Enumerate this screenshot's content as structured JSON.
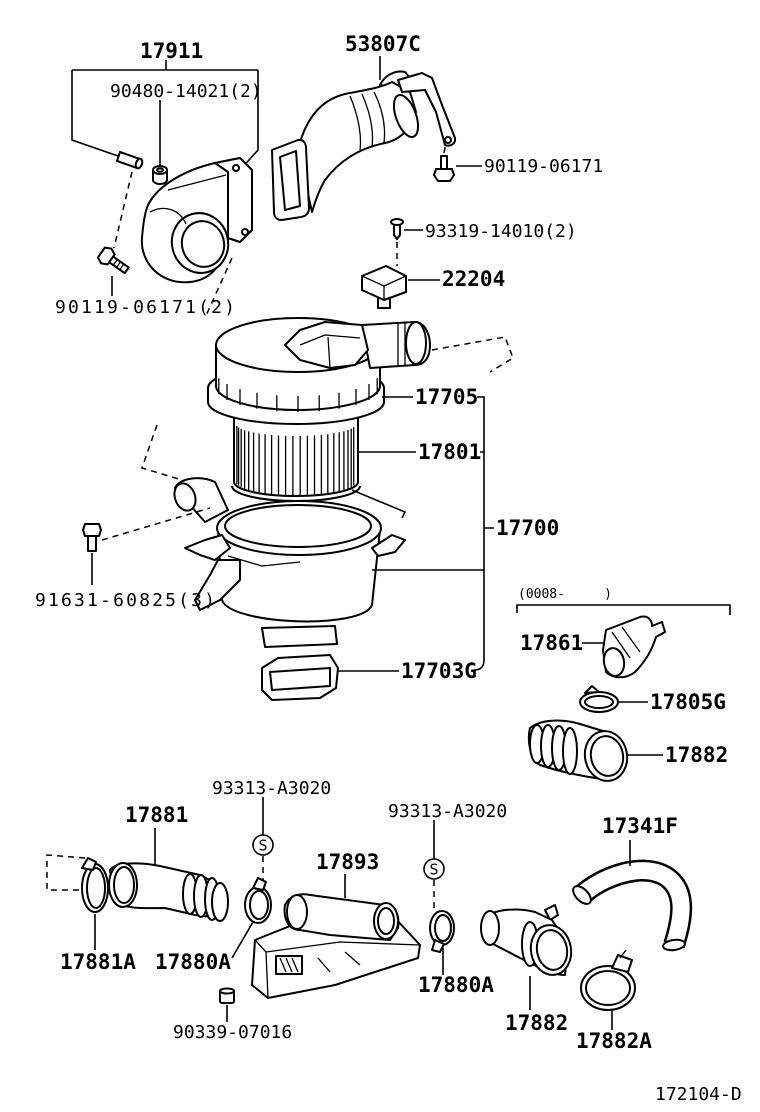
{
  "diagram_code": "172104-D",
  "callouts": {
    "n17911": "17911",
    "n90480_14021": "90480-14021(2)",
    "n53807c": "53807C",
    "n90119_06171_right": "90119-06171",
    "n93319_14010": "93319-14010(2)",
    "n22204": "22204",
    "n90119_06171_left": "90119-06171(2)",
    "n17705": "17705",
    "n17801": "17801",
    "n17700": "17700",
    "n91631_60825": "91631-60825(3)",
    "n17861": "17861",
    "n17703g": "17703G",
    "n17805g": "17805G",
    "n17882_upper": "17882",
    "n93313_a3020_left": "93313-A3020",
    "n93313_a3020_right": "93313-A3020",
    "n17881": "17881",
    "n17341f": "17341F",
    "n17893": "17893",
    "n17881a": "17881A",
    "n17880a_left": "17880A",
    "n17880a_right": "17880A",
    "n17882_lower": "17882",
    "n17882a": "17882A",
    "n90339_07016": "90339-07016"
  },
  "date_range_note": "(0008-     )",
  "standard_part_marks": [
    "S",
    "S"
  ],
  "colors": {
    "line": "#000000",
    "background": "#ffffff"
  }
}
